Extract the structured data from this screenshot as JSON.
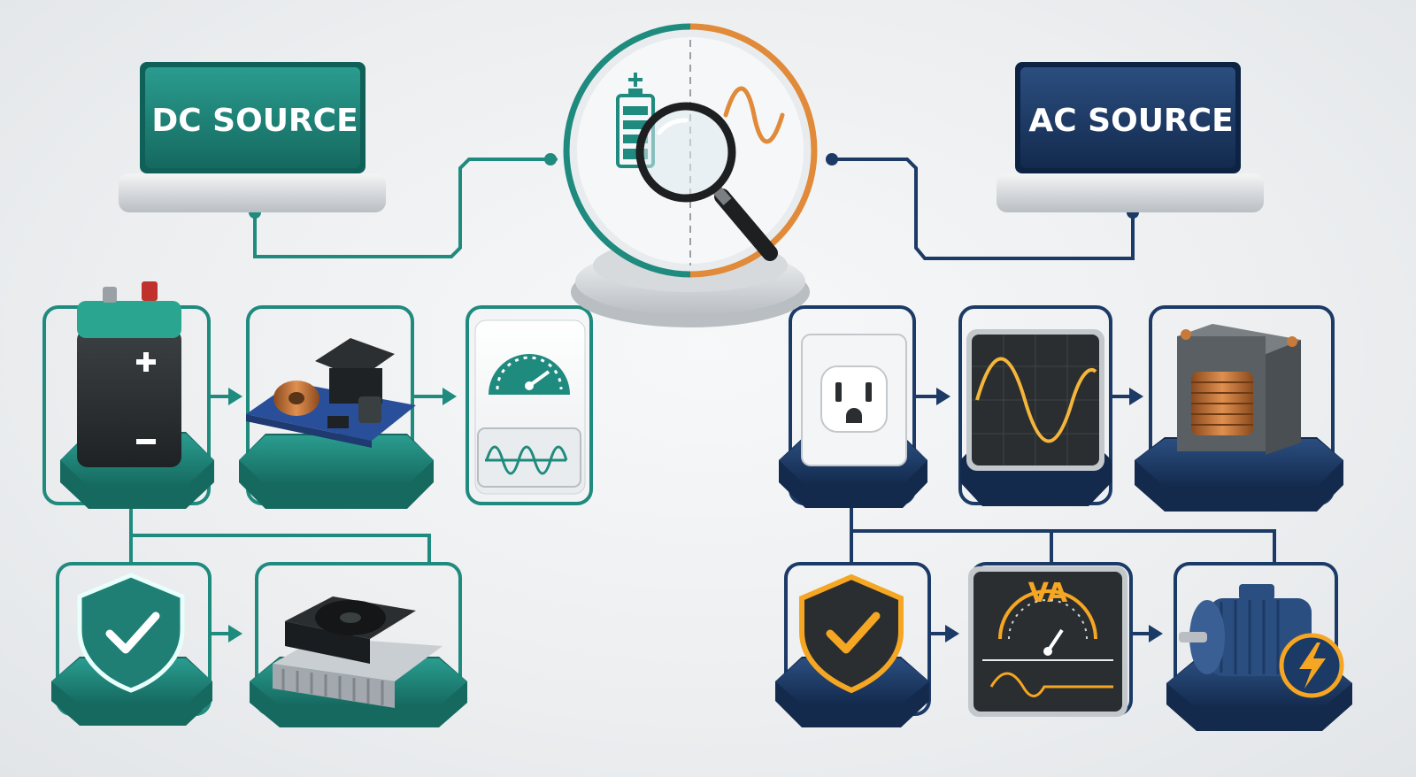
{
  "left_source": {
    "label": "DC SOURCE",
    "color": "#1f8a7e"
  },
  "right_source": {
    "label": "AC SOURCE",
    "color": "#1c3a66"
  },
  "center": {
    "left_icon": "battery-icon",
    "right_icon": "sine-wave-icon",
    "overlay_icon": "magnifier-icon"
  },
  "dc_chain_top": [
    "battery-icon",
    "dc-converter-board-icon",
    "meter-and-waveform-icon"
  ],
  "dc_chain_bottom": [
    "shield-check-icon",
    "heatsink-fan-icon"
  ],
  "ac_chain_top": [
    "wall-outlet-icon",
    "oscilloscope-sine-icon",
    "transformer-icon"
  ],
  "ac_chain_bottom": [
    "shield-check-icon",
    "va-meter-icon",
    "motor-lightning-icon"
  ],
  "va_meter": {
    "label": "VA"
  },
  "colors": {
    "teal": "#1f8a7e",
    "navy": "#1c3a66",
    "amber": "#f5a623",
    "copper": "#c77a3a"
  }
}
